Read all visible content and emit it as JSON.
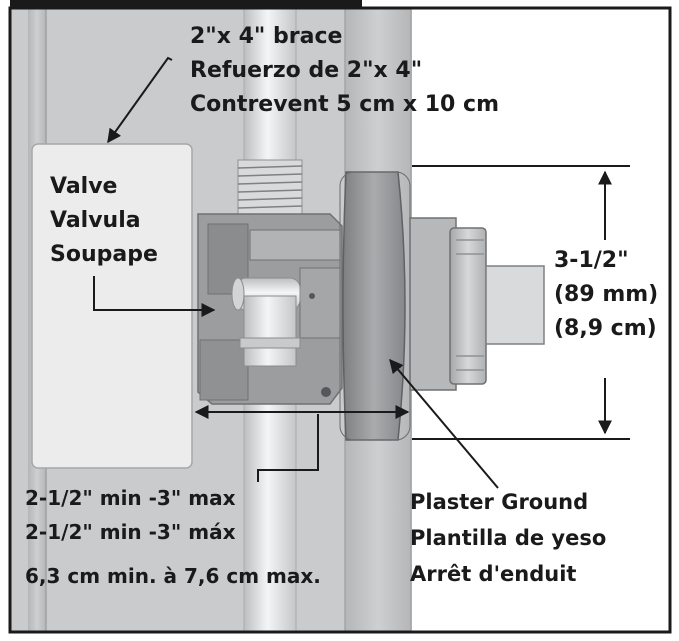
{
  "brace_label": {
    "line1": "2\"x 4\" brace",
    "line2": "Refuerzo de 2\"x 4\"",
    "line3": "Contrevent 5 cm x 10 cm"
  },
  "valve_label": {
    "line1": "Valve",
    "line2": "Valvula",
    "line3": "Soupape"
  },
  "height_dimension": {
    "line1": "3-1/2\"",
    "line2": "(89 mm)",
    "line3": "(8,9 cm)"
  },
  "depth_dimension": {
    "line1": "2-1/2\" min -3\" max",
    "line2": "2-1/2\" min -3\" máx",
    "line3": "6,3 cm min. à 7,6 cm max."
  },
  "plaster_label": {
    "line1": "Plaster Ground",
    "line2": "Plantilla de yeso",
    "line3": "Arrêt d'enduit"
  },
  "colors": {
    "frame": "#1a1a1a",
    "wall": "#c9cbcc",
    "stud": "#bfc1c2",
    "brace": "#ececec",
    "valve_body": "#9b9d9f",
    "pipe": "#e4e6e7",
    "plaster_ground": "#8f9193"
  }
}
